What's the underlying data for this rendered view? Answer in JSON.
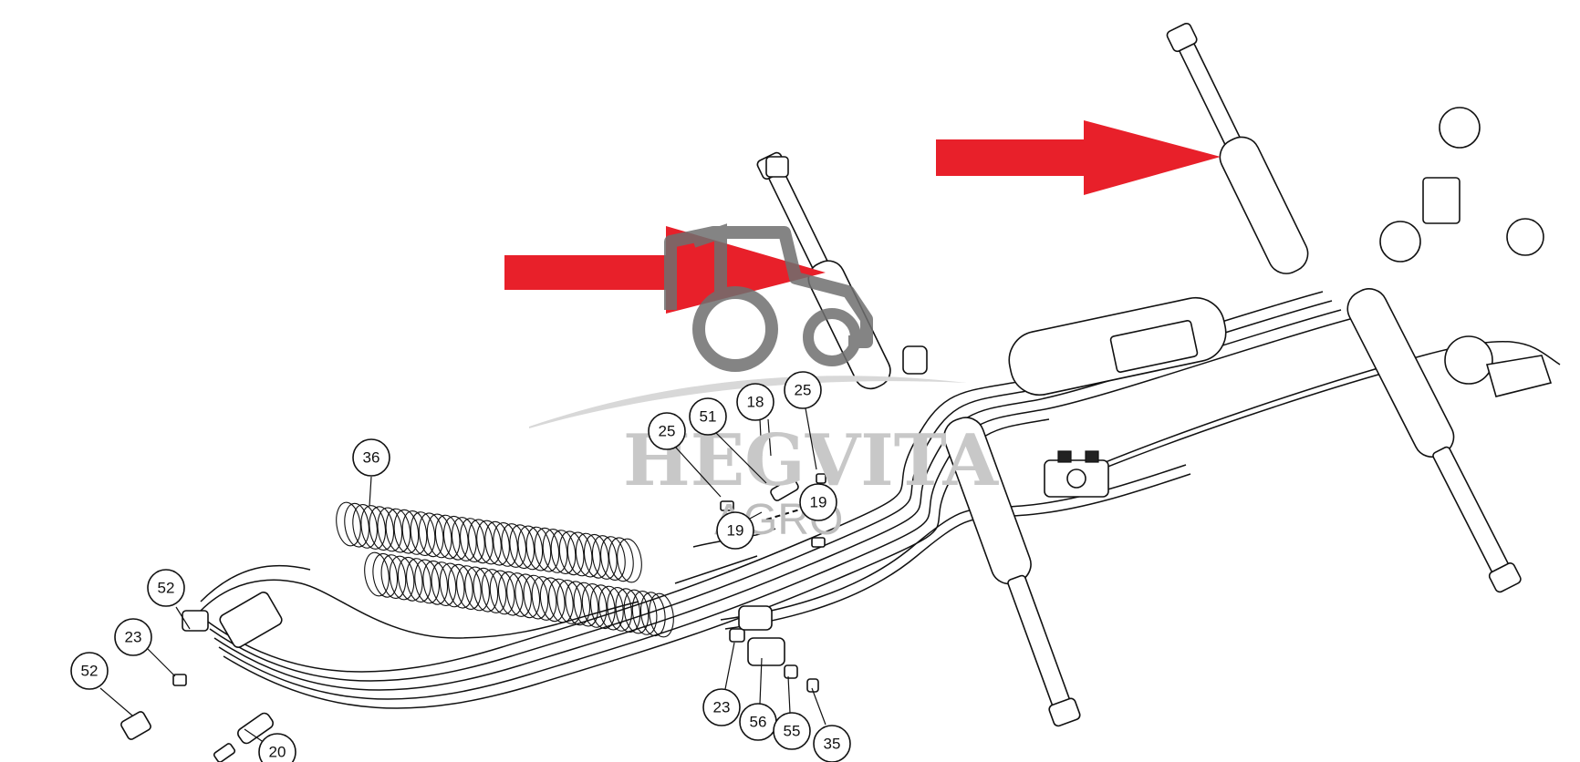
{
  "diagram": {
    "callouts": [
      {
        "id": "c36",
        "label": "36"
      },
      {
        "id": "c52a",
        "label": "52"
      },
      {
        "id": "c23a",
        "label": "23"
      },
      {
        "id": "c52b",
        "label": "52"
      },
      {
        "id": "c20",
        "label": "20"
      },
      {
        "id": "c25a",
        "label": "25"
      },
      {
        "id": "c51",
        "label": "51"
      },
      {
        "id": "c18",
        "label": "18"
      },
      {
        "id": "c25b",
        "label": "25"
      },
      {
        "id": "c19a",
        "label": "19"
      },
      {
        "id": "c19b",
        "label": "19"
      },
      {
        "id": "c23b",
        "label": "23"
      },
      {
        "id": "c56",
        "label": "56"
      },
      {
        "id": "c55",
        "label": "55"
      },
      {
        "id": "c35",
        "label": "35"
      }
    ],
    "watermark": {
      "brand": "HEGVITA",
      "sub": "AGRO"
    },
    "colors": {
      "arrow": "#e8202a",
      "line": "#111111",
      "watermark": "#707070"
    }
  }
}
